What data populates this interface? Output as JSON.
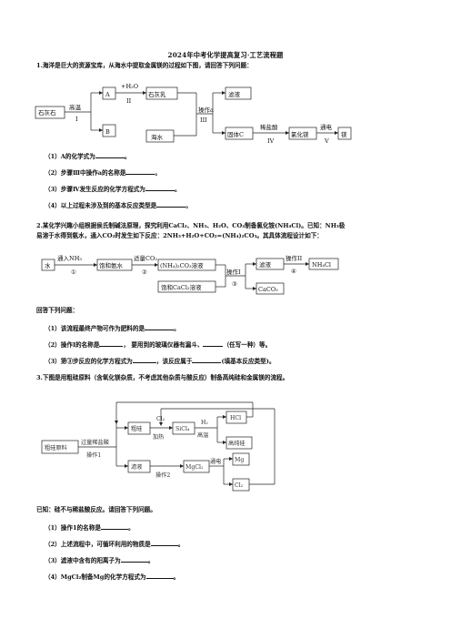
{
  "title": "2024年中考化学提高复习·工艺流程题",
  "q1": {
    "stem": "1.海洋是巨大的资源宝库，从海水中提取金属镁的过程如下图，请回答下列问题：",
    "diagram": {
      "limestone": "石灰石",
      "high_temp": "高温",
      "step1": "I",
      "A": "A",
      "B": "B",
      "plus_h2o": "+H₂O",
      "step2": "II",
      "lime_milk": "石灰乳",
      "seawater": "海水",
      "op_a": "操作a",
      "step3": "III",
      "filtrate": "滤液",
      "solid_c": "固体C",
      "dilute_hcl": "稀盐酸",
      "step4": "IV",
      "mgcl2": "氯化镁",
      "electrify": "通电",
      "step5": "V",
      "mg": "镁"
    },
    "sub": [
      {
        "pre": "（1）A的化学式为",
        "post": "。"
      },
      {
        "pre": "（2）步骤Ⅲ中操作a的名称是",
        "post": "。"
      },
      {
        "pre": "（3）步骤Ⅳ发生反应的化学方程式为",
        "post": "。"
      },
      {
        "pre": "（4）以上过程未涉及到的基本反应类型是",
        "post": "。"
      }
    ]
  },
  "q2": {
    "stem_line1": "2.某化学兴趣小组根据侯氏制碱法原理，探究利用CaCl₂、NH₃、H₂O、CO₂制备氯化铵(NH₄Cl)。已知：NH₃极",
    "stem_line2": "易溶于水得到氨水，通入CO₂时发生如下反应：2NH₃+H₂O+CO₂=(NH₄)₂CO₃。其具体流程设计如下：",
    "diagram": {
      "water": "水",
      "nh3": "通入NH₃",
      "s1": "①",
      "sat_ammonia": "饱和氨水",
      "co2": "适量CO₂",
      "s2": "②",
      "nh4co3": "(NH₄)₂CO₃溶液",
      "sat_cacl2": "饱和CaCl₂溶液",
      "op1": "操作I",
      "s3": "③",
      "filtrate": "滤液",
      "op2": "操作II",
      "s4": "④",
      "nh4cl": "NH₄Cl",
      "caco3": "CaCO₃"
    },
    "answer_intro": "回答下列问题：",
    "sub": [
      {
        "pre": "（1）该流程最终产物可作为肥料的是",
        "post": "。"
      },
      {
        "pre": "（2）操作Ⅰ的名称是",
        "mid": "，  要用到的玻璃仪器有漏斗、",
        "post": "（任写一种）等。"
      },
      {
        "pre": "（3）第③步反应的化学方程式为",
        "mid": "，该反应属于",
        "post": "(填基本反应类型)。"
      }
    ]
  },
  "q3": {
    "stem": "3.下图是用粗硅原料（含氧化镁杂质，不考虑其他杂质与酸反应）制备高纯硅和金属镁的流程。",
    "diagram": {
      "raw": "粗硅原料",
      "excess_hcl": "过量稀盐酸",
      "op1": "操作1",
      "crude_si": "粗硅",
      "cl2": "Cl₂",
      "heat": "加热",
      "sicl4": "SiCl₄",
      "h2": "H₂",
      "high_temp": "高温",
      "hcl": "HCl",
      "pure_si": "高纯硅",
      "filtrate": "滤液",
      "op2": "操作2",
      "mgcl2": "MgCl₂",
      "electrify": "通电",
      "mg": "Mg",
      "cl2_out": "Cl₂"
    },
    "known": "已知：硅不与稀盐酸反应。请回答下列问题。",
    "sub": [
      {
        "pre": "（1）操作1的名称是",
        "post": "。"
      },
      {
        "pre": "（2）上述流程中，可循环利用的物质是",
        "post": "。"
      },
      {
        "pre": "（3）滤液中含有的阳离子为",
        "post": "。"
      },
      {
        "pre": "（4）MgCl₂制备Mg的化学方程式为",
        "post": "。"
      }
    ]
  }
}
